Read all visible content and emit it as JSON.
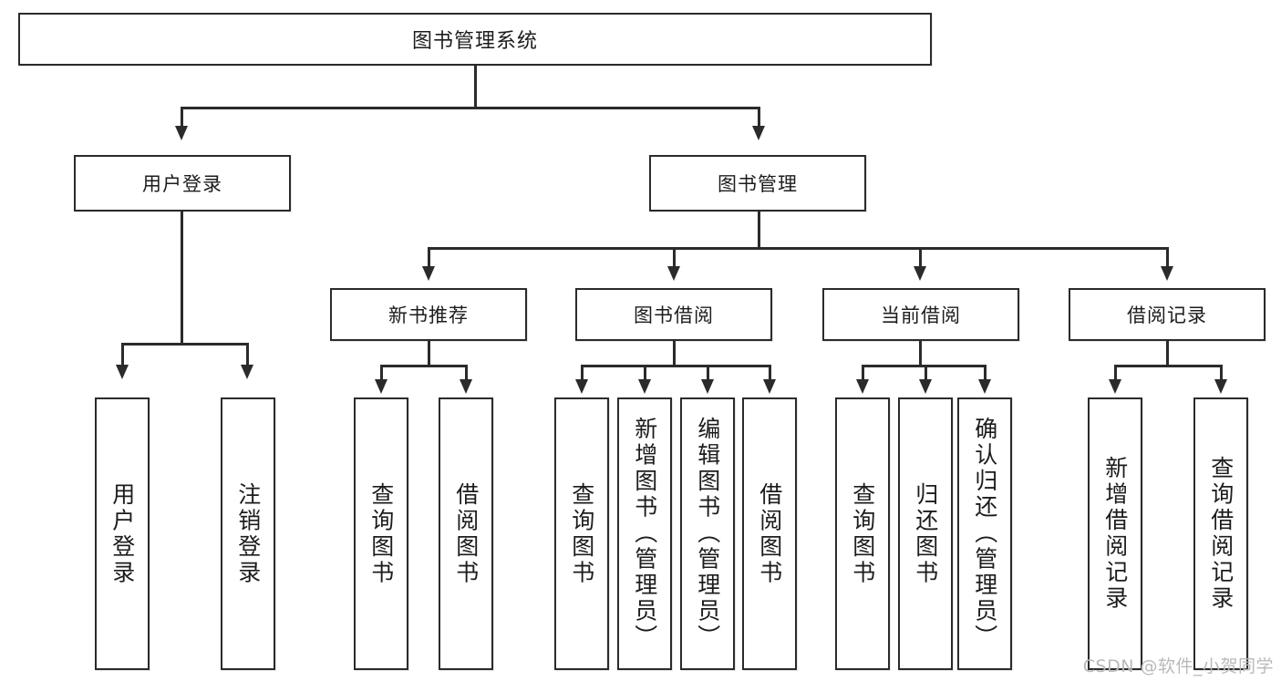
{
  "diagram": {
    "type": "tree-hierarchy",
    "title": "图书管理系统",
    "watermark": "CSDN @软件_小贺同学",
    "colors": {
      "stroke": "#2b2b2b",
      "fill": "#ffffff",
      "text": "#1c1c1c",
      "watermark": "#b9b9b9"
    }
  },
  "nodes": {
    "root": {
      "label": "图书管理系统",
      "level": 0
    },
    "level1": [
      {
        "id": "user-login",
        "label": "用户登录"
      },
      {
        "id": "book-manage",
        "label": "图书管理"
      }
    ],
    "level2": [
      {
        "id": "new-book-recommend",
        "label": "新书推荐",
        "parent": "book-manage"
      },
      {
        "id": "book-borrow",
        "label": "图书借阅",
        "parent": "book-manage"
      },
      {
        "id": "current-borrow",
        "label": "当前借阅",
        "parent": "book-manage"
      },
      {
        "id": "borrow-record",
        "label": "借阅记录",
        "parent": "book-manage"
      }
    ],
    "leaves": {
      "user-login": [
        {
          "id": "leaf-user-login",
          "label": "用户登录"
        },
        {
          "id": "leaf-user-logout",
          "label": "注销登录"
        }
      ],
      "new-book-recommend": [
        {
          "id": "leaf-query-book-1",
          "label": "查询图书"
        },
        {
          "id": "leaf-borrow-book-1",
          "label": "借阅图书"
        }
      ],
      "book-borrow": [
        {
          "id": "leaf-query-book-2",
          "label": "查询图书"
        },
        {
          "id": "leaf-add-book",
          "label": "新增图书（管理员）"
        },
        {
          "id": "leaf-edit-book",
          "label": "编辑图书（管理员）"
        },
        {
          "id": "leaf-borrow-book-2",
          "label": "借阅图书"
        }
      ],
      "current-borrow": [
        {
          "id": "leaf-query-book-3",
          "label": "查询图书"
        },
        {
          "id": "leaf-return-book",
          "label": "归还图书"
        },
        {
          "id": "leaf-confirm-return",
          "label": "确认归还（管理员）"
        }
      ],
      "borrow-record": [
        {
          "id": "leaf-add-record",
          "label": "新增借阅记录"
        },
        {
          "id": "leaf-query-record",
          "label": "查询借阅记录"
        }
      ]
    }
  }
}
